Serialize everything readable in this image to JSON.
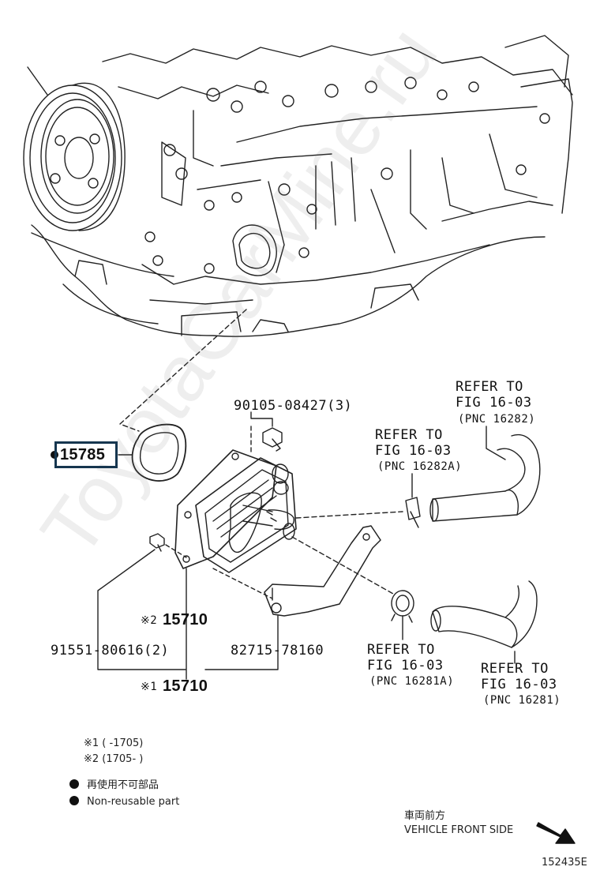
{
  "parts": {
    "highlighted": "15785",
    "bolt_top": "90105-08427(3)",
    "cooler_2": "15710",
    "cooler_1": "15710",
    "bolt_left": "91551-80616(2)",
    "bracket": "82715-78160",
    "mark_1": "※1",
    "mark_2": "※2"
  },
  "refs": {
    "r16282_line1": "REFER TO",
    "r16282_line2": "FIG 16-03",
    "r16282_line3": "(PNC 16282)",
    "r16282a_line1": "REFER TO",
    "r16282a_line2": "FIG 16-03",
    "r16282a_line3": "(PNC 16282A)",
    "r16281a_line1": "REFER TO",
    "r16281a_line2": "FIG 16-03",
    "r16281a_line3": "(PNC 16281A)",
    "r16281_line1": "REFER TO",
    "r16281_line2": "FIG 16-03",
    "r16281_line3": "(PNC 16281)"
  },
  "notes": {
    "note1": "※1 (      -1705)",
    "note2": "※2 (1705-      )",
    "nonreusable_jp": "再使用不可部品",
    "nonreusable_en": "Non-reusable part"
  },
  "direction": {
    "jp": "車両前方",
    "en": "VEHICLE FRONT SIDE"
  },
  "diagram_id": "152435E",
  "watermark": "ToyotaCarMine.ru"
}
